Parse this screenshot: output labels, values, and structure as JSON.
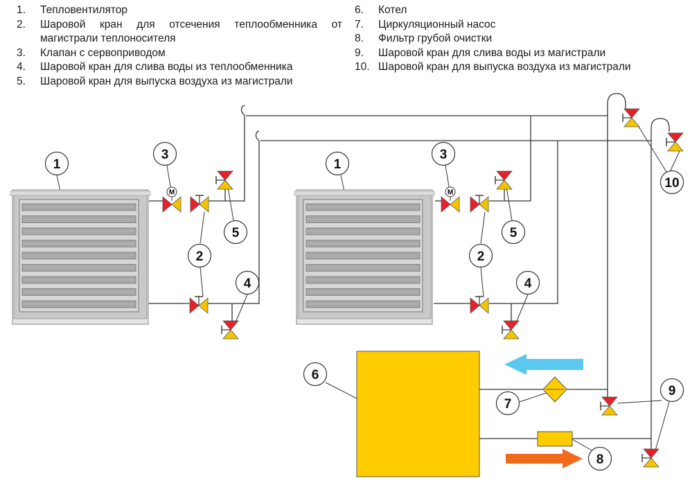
{
  "legend": {
    "left": [
      {
        "num": "1.",
        "text": "Тепловентилятор"
      },
      {
        "num": "2.",
        "text": "Шаровой кран для отсечения теплообменника от магистрали теплоносителя"
      },
      {
        "num": "3.",
        "text": "Клапан с сервоприводом"
      },
      {
        "num": "4.",
        "text": "Шаровой кран для слива воды из теплообменника"
      },
      {
        "num": "5.",
        "text": "Шаровой кран для выпуска воздуха из магистрали"
      }
    ],
    "right": [
      {
        "num": "6.",
        "text": "Котел"
      },
      {
        "num": "7.",
        "text": "Циркуляционный насос"
      },
      {
        "num": "8.",
        "text": "Фильтр грубой очистки"
      },
      {
        "num": "9.",
        "text": "Шаровой кран для слива воды из магистрали"
      },
      {
        "num": "10.",
        "text": "Шаровой кран для выпуска воздуха из магистрали"
      }
    ]
  },
  "callouts": {
    "c1a": "1",
    "c3a": "3",
    "c5a": "5",
    "c2a": "2",
    "c4a": "4",
    "c1b": "1",
    "c3b": "3",
    "c5b": "5",
    "c2b": "2",
    "c4b": "4",
    "c6": "6",
    "c7": "7",
    "c8": "8",
    "c9": "9",
    "c10": "10"
  },
  "servo_mark": "M",
  "colors": {
    "valve_red": "#e8202a",
    "valve_yellow": "#f5c400",
    "boiler": "#ffcc00",
    "pump": "#ffcc00",
    "filter": "#ffcc00",
    "arrow_cold": "#5bc8ef",
    "arrow_hot": "#f26b1d",
    "pipe": "#333333",
    "heater_frame": "#c9c9c9",
    "heater_panel": "#a8a8a8",
    "heater_louver": "#8a8a8a"
  },
  "icons": [
    "heater-fan-icon",
    "ball-valve-icon",
    "servo-valve-icon",
    "pump-icon",
    "filter-icon",
    "flow-arrow-icon"
  ]
}
